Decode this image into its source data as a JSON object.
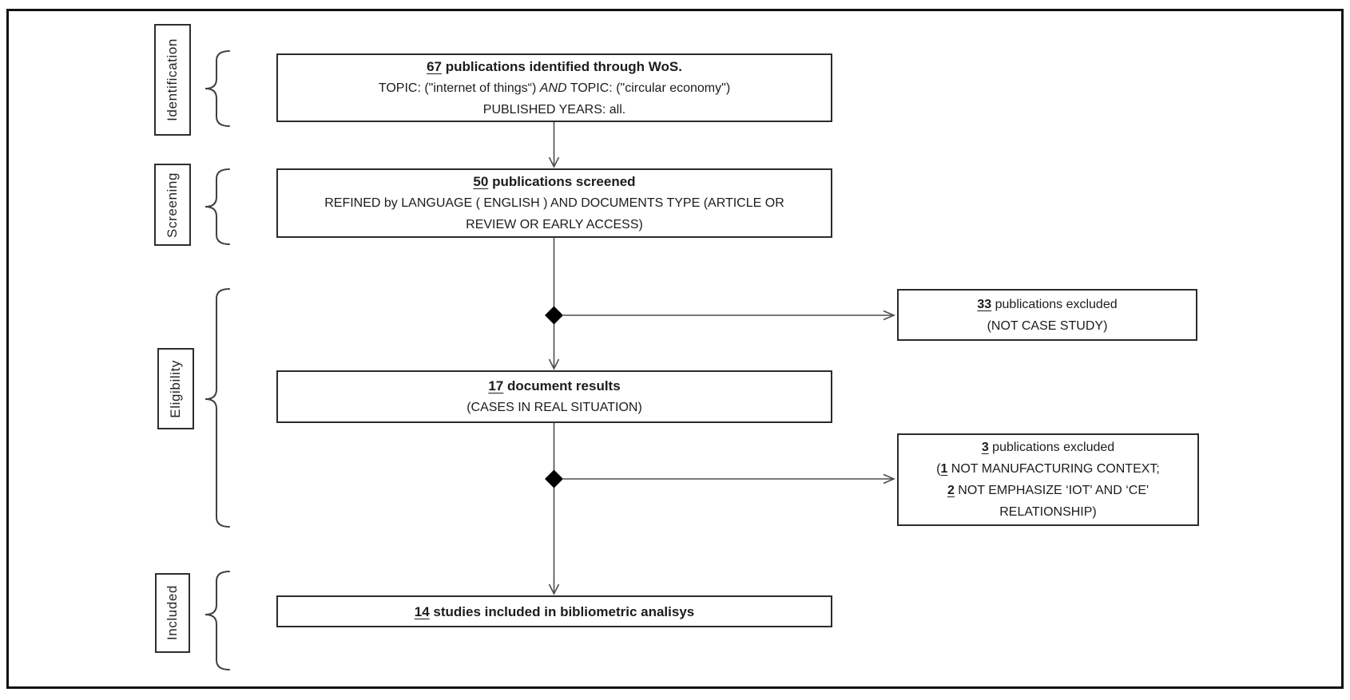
{
  "stages": {
    "identification": "Identification",
    "screening": "Screening",
    "eligibility": "Eligibility",
    "included": "Included"
  },
  "boxes": {
    "identified": {
      "count": "67",
      "title": " publications identified through WoS.",
      "criteria_pre": "TOPIC: (\"internet of things“) ",
      "criteria_operator": "AND",
      "criteria_post": " TOPIC: (\"circular economy\")",
      "years": "PUBLISHED YEARS: all."
    },
    "screened": {
      "count": "50",
      "title": " publications screened",
      "detail_line1": "REFINED by LANGUAGE ( ENGLISH ) AND DOCUMENTS TYPE (ARTICLE OR",
      "detail_line2": "REVIEW OR EARLY ACCESS)"
    },
    "excluded_screening": {
      "count": "33",
      "title": " publications excluded",
      "reason": "(NOT CASE STUDY)"
    },
    "eligible": {
      "count": "17",
      "title": " document results",
      "detail": "(CASES IN REAL SITUATION)"
    },
    "excluded_eligibility": {
      "count": "3",
      "title": " publications excluded",
      "reason1_open": "(",
      "reason1_count": "1",
      "reason1_text": " NOT MANUFACTURING CONTEXT;",
      "reason2_count": "2",
      "reason2_text": " NOT EMPHASIZE ‘IOT' AND ‘CE'",
      "reason3": "RELATIONSHIP)"
    },
    "included": {
      "count": "14",
      "title": " studies included in bibliometric analisys"
    }
  }
}
